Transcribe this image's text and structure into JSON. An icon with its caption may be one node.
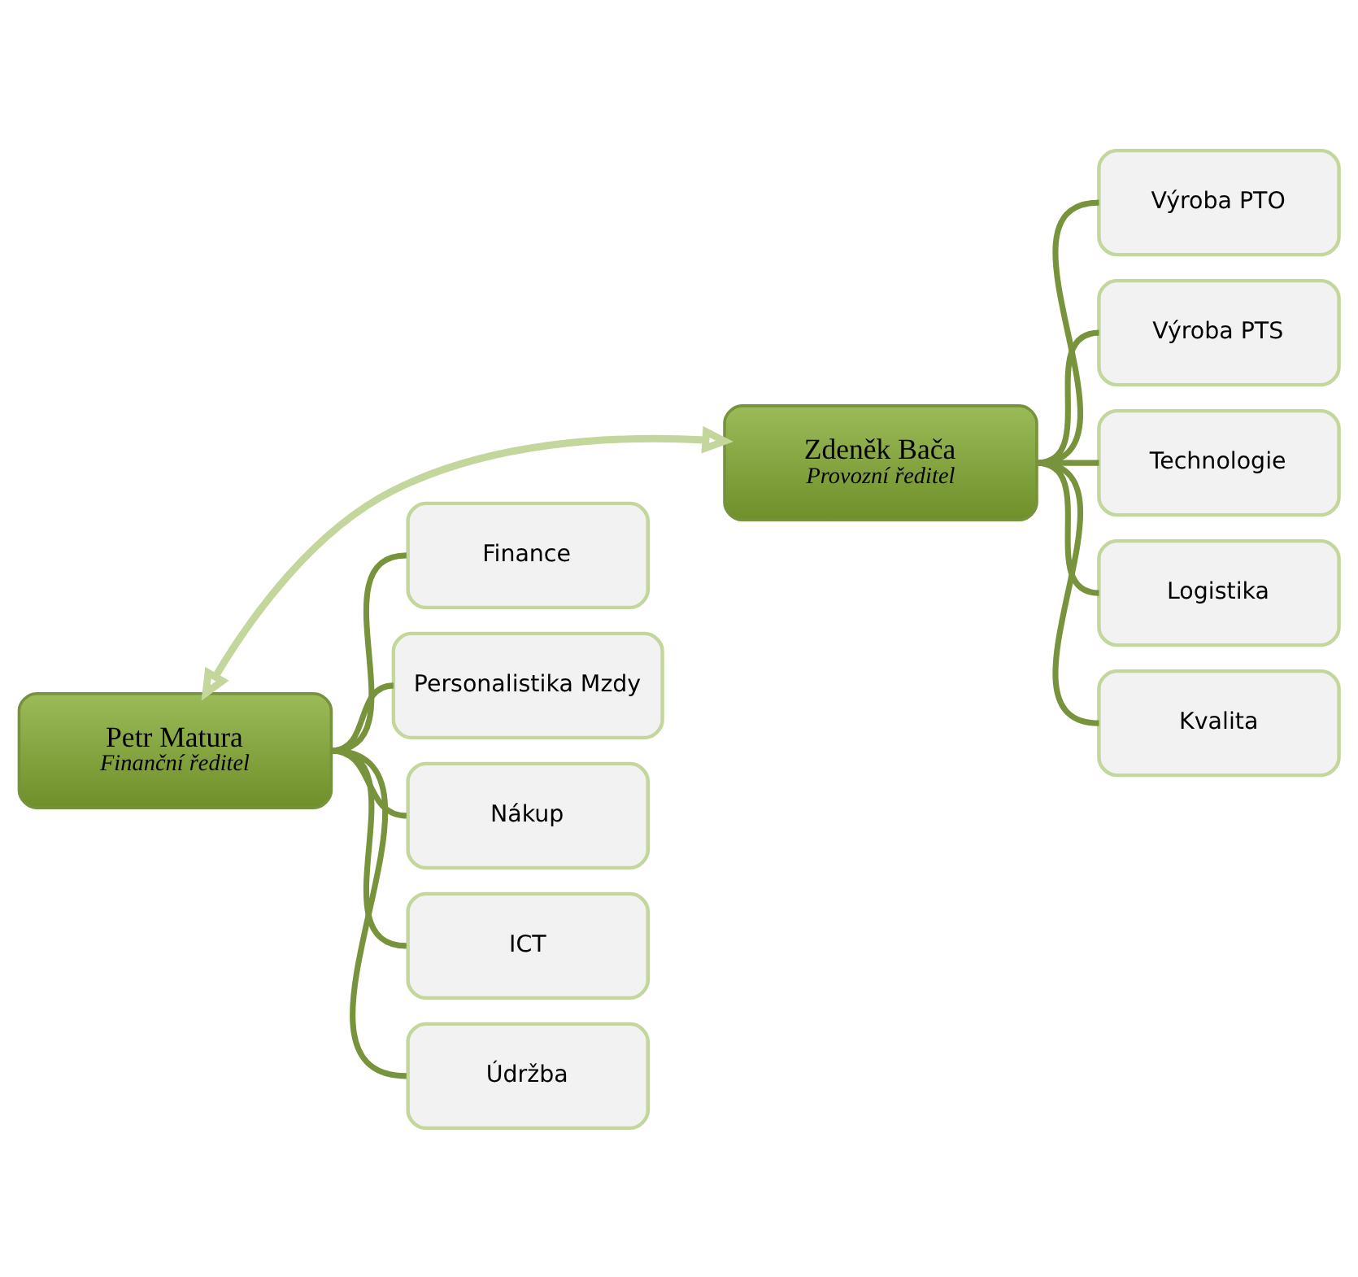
{
  "diagram": {
    "nodes": [
      {
        "text": [
          "Petr Matura",
          "Finanční ředitel"
        ]
      },
      {
        "text": [
          "Zdeněk Bača",
          "Provozní ředitel"
        ]
      },
      {
        "text": [
          "Finance"
        ]
      },
      {
        "text": [
          "Personalistika Mzdy"
        ]
      },
      {
        "text": [
          "Nákup"
        ]
      },
      {
        "text": [
          "ICT"
        ]
      },
      {
        "text": [
          "Údržba"
        ]
      },
      {
        "text": [
          "Výroba PTO"
        ]
      },
      {
        "text": [
          "Výroba PTS"
        ]
      },
      {
        "text": [
          "Technologie"
        ]
      },
      {
        "text": [
          "Logistika"
        ]
      },
      {
        "text": [
          "Kvalita"
        ]
      }
    ],
    "edges": [
      {
        "from": 0,
        "to": 1,
        "arrow": "both",
        "color": "#c3d69b"
      },
      {
        "from": 0,
        "to": 2,
        "arrow": "none"
      },
      {
        "from": 0,
        "to": 3,
        "arrow": "none"
      },
      {
        "from": 0,
        "to": 4,
        "arrow": "none"
      },
      {
        "from": 0,
        "to": 5,
        "arrow": "none"
      },
      {
        "from": 0,
        "to": 6,
        "arrow": "none"
      },
      {
        "from": 1,
        "to": 7,
        "arrow": "none"
      },
      {
        "from": 1,
        "to": 8,
        "arrow": "none"
      },
      {
        "from": 1,
        "to": 9,
        "arrow": "none"
      },
      {
        "from": 1,
        "to": 10,
        "arrow": "none"
      },
      {
        "from": 1,
        "to": 11,
        "arrow": "none"
      }
    ]
  }
}
